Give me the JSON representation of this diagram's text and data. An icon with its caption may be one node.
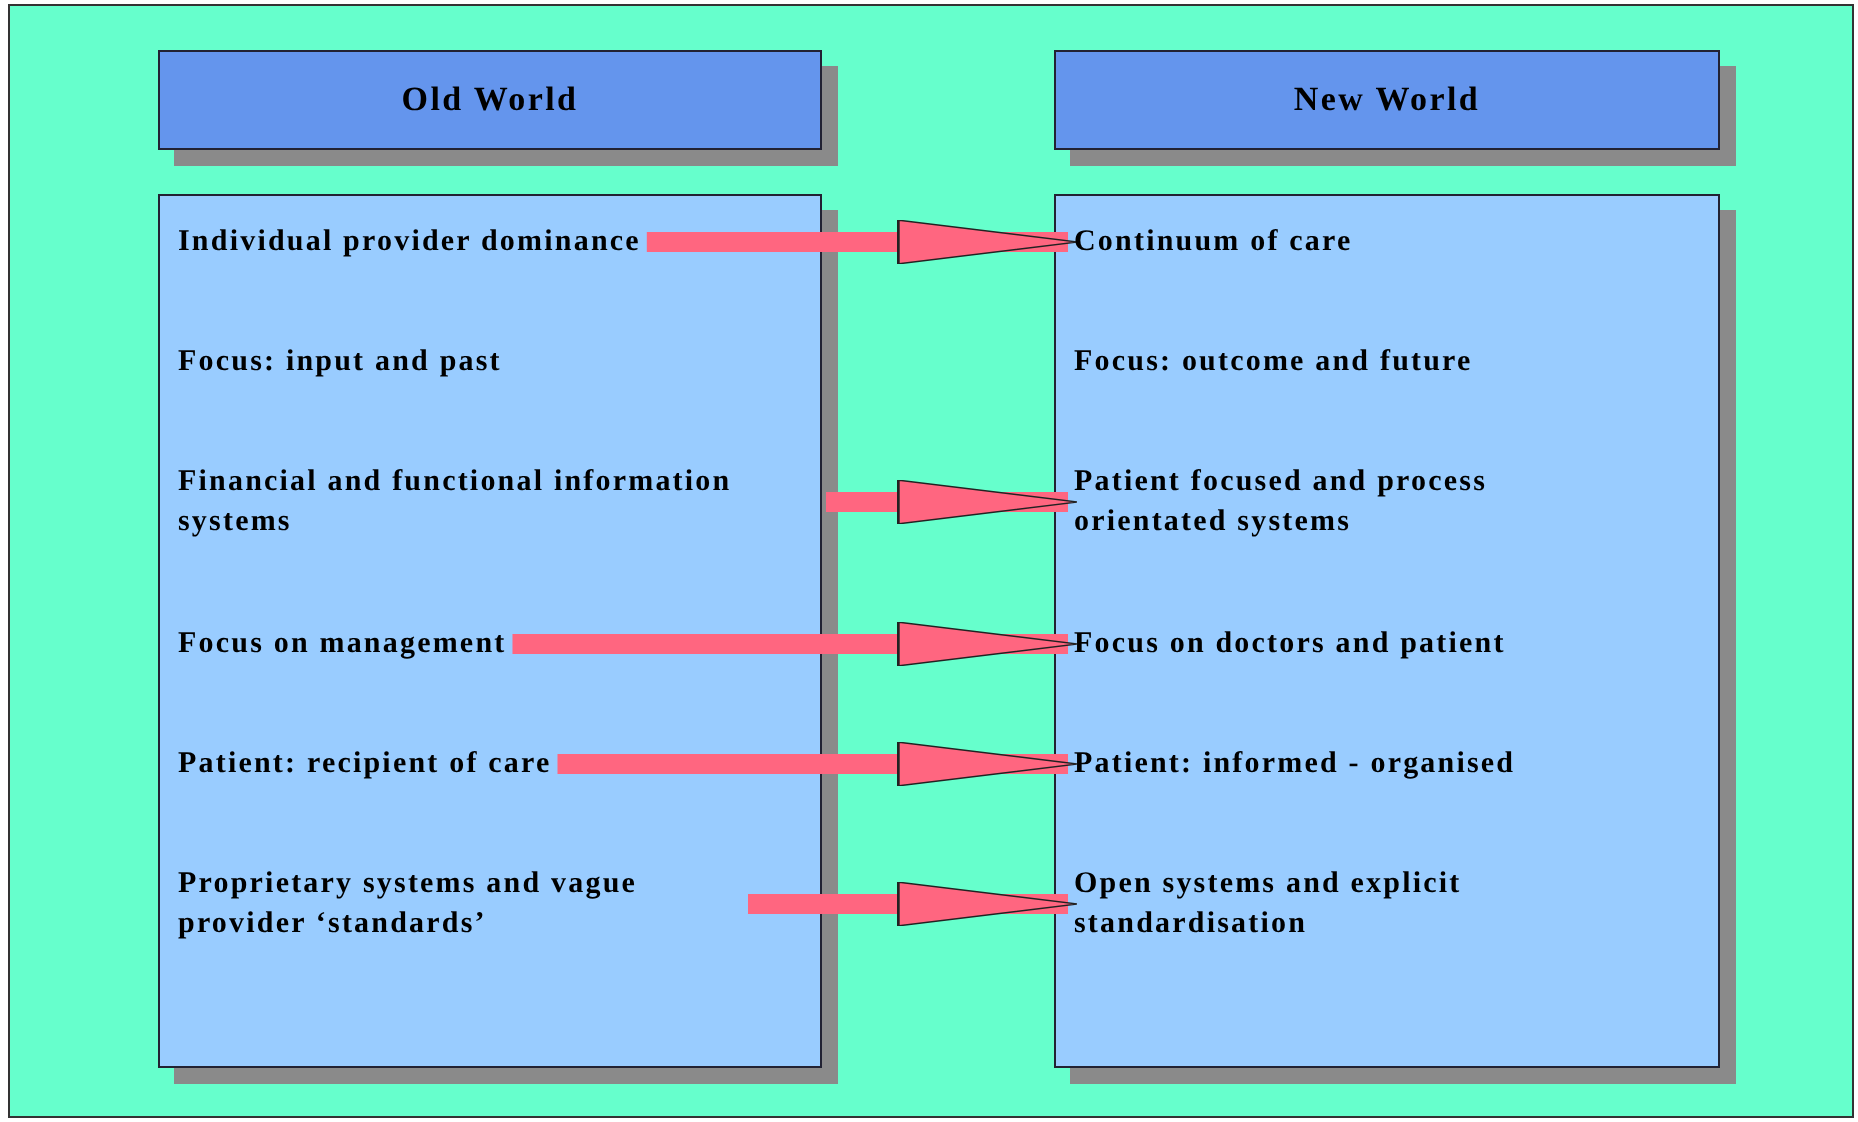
{
  "diagram": {
    "nodes": [
      {
        "text": [
          "Old World"
        ]
      },
      {
        "text": [
          "New World"
        ]
      },
      {
        "text": [],
        "shape": "box"
      },
      {
        "text": [
          "Individual provider dominance"
        ],
        "in": 2
      },
      {
        "text": [
          "Focus: input and past"
        ],
        "in": 2
      },
      {
        "text": [
          "Financial and functional information systems"
        ],
        "in": 2
      },
      {
        "text": [
          "Focus on management"
        ],
        "in": 2
      },
      {
        "text": [
          "Patient: recipient of care"
        ],
        "in": 2
      },
      {
        "text": [
          "Proprietary systems and vague provider ‘standards’"
        ],
        "in": 2
      },
      {
        "text": [],
        "shape": "box"
      },
      {
        "text": [
          "Continuum of care"
        ],
        "in": 9
      },
      {
        "text": [
          "Focus: outcome and future"
        ],
        "in": 9
      },
      {
        "text": [
          "Patient focused and process orientated systems"
        ],
        "in": 9
      },
      {
        "text": [
          "Focus on doctors and patient"
        ],
        "in": 9
      },
      {
        "text": [
          "Patient: informed - organised"
        ],
        "in": 9
      },
      {
        "text": [
          "Open systems and explicit standardisation"
        ],
        "in": 9
      }
    ],
    "edges": [
      {
        "from": 3,
        "to": 10,
        "arrow": "to"
      },
      {
        "from": 5,
        "to": 12,
        "arrow": "to"
      },
      {
        "from": 6,
        "to": 13,
        "arrow": "to"
      },
      {
        "from": 7,
        "to": 14,
        "arrow": "to"
      },
      {
        "from": 8,
        "to": 15,
        "arrow": "to"
      }
    ]
  }
}
